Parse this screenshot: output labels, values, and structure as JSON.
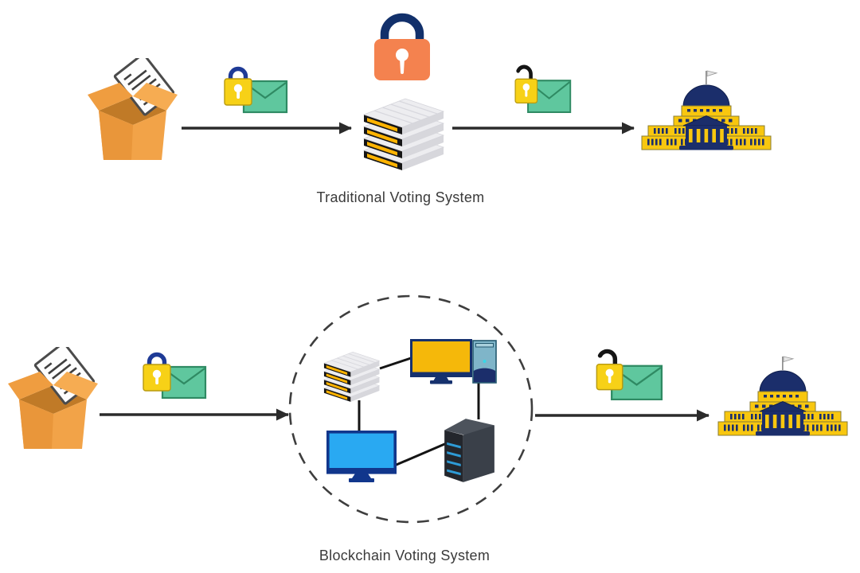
{
  "labels": {
    "traditional": "Traditional Voting System",
    "blockchain": "Blockchain Voting System"
  },
  "rows": [
    {
      "id": "traditional",
      "label": "Traditional Voting System",
      "icons": [
        "ballot-box-icon",
        "locked-envelope-icon",
        "closed-padlock-icon",
        "server-stack-icon",
        "unlocked-envelope-icon",
        "government-building-icon"
      ],
      "arrows": 2
    },
    {
      "id": "blockchain",
      "label": "Blockchain Voting System",
      "icons": [
        "ballot-box-icon",
        "locked-envelope-icon",
        "blockchain-network-circle",
        "server-stack-icon",
        "yellow-monitor-icon",
        "pc-tower-icon",
        "blue-monitor-icon",
        "dark-server-tower-icon",
        "unlocked-envelope-icon",
        "government-building-icon"
      ],
      "arrows": 2
    }
  ],
  "colors": {
    "background": "#ffffff",
    "box_orange": "#f2a348",
    "envelope_green": "#5fc79e",
    "envelope_outline": "#2f8a63",
    "lock_yellow": "#f7d117",
    "lock_shackle_navy": "#1e3a96",
    "lock_shackle_black": "#151515",
    "big_lock_coral": "#f4824f",
    "big_lock_shackle": "#12306b",
    "stack_white": "#ededf0",
    "stack_stripe_yellow": "#ffb300",
    "stack_stripe_black": "#161616",
    "building_yellow": "#f8c70f",
    "building_navy": "#1b2e6b",
    "monitor_yellow": "#f5b80a",
    "monitor_blue": "#29a9f2",
    "monitor_frame_navy": "#11368c",
    "pc_tower_teal": "#7fb5c9",
    "server_tower_dark": "#3a4049",
    "server_stripe_blue": "#2e9bd6",
    "arrow": "#2b2b2b",
    "dashed_circle": "#3e3e3e",
    "label_text": "#3a3a3a"
  }
}
